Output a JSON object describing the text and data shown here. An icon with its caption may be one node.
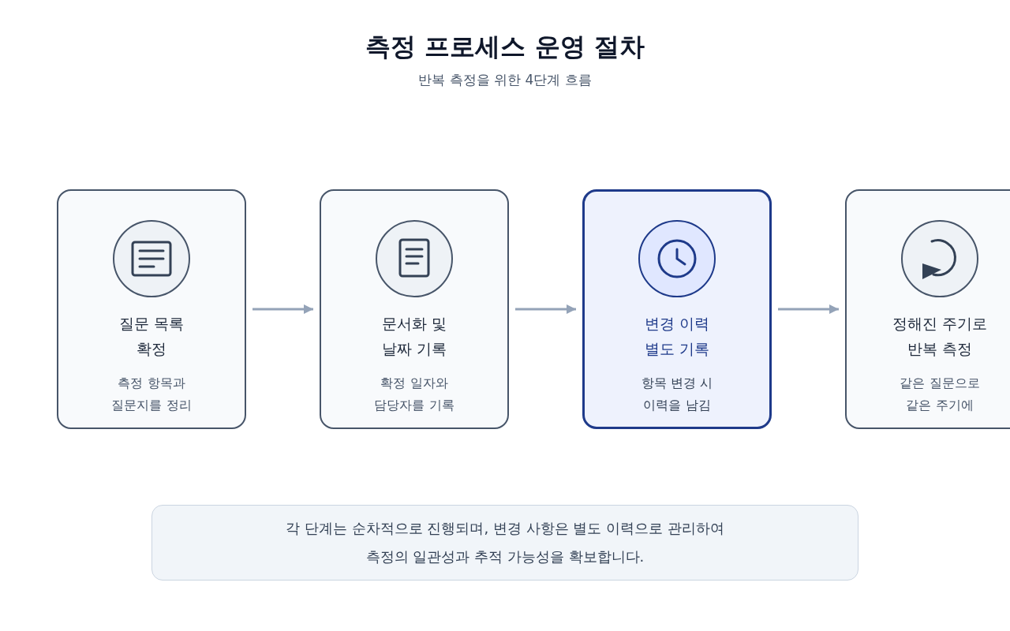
{
  "diagram": {
    "title": "측정 프로세스 운영 절차",
    "caption": "반복 측정을 위한 4단계 흐름",
    "nodes": [
      {
        "text": [
          "질문 목록 확정",
          "측정 항목과 질문지를 정리"
        ]
      },
      {
        "text": [
          "문서화 및 날짜 기록",
          "확정 일자와 담당자를 기록"
        ]
      },
      {
        "text": [
          "변경 이력 별도 기록",
          "항목 변경 시 이력을 남김"
        ]
      },
      {
        "text": [
          "정해진 주기로 반복 측정",
          "같은 질문으로 같은 주기에"
        ]
      },
      {
        "text": [
          "각 단계는 순차적으로 진행되며, 변경 사항은 별도 이력으로 관리하여 측정의 일관성과 추적 가능성을 확보합니다."
        ]
      }
    ],
    "edges": [
      {
        "from": 0,
        "to": 1,
        "arrow": "to"
      },
      {
        "from": 1,
        "to": 2,
        "arrow": "to"
      },
      {
        "from": 2,
        "to": 3,
        "arrow": "to"
      }
    ]
  }
}
